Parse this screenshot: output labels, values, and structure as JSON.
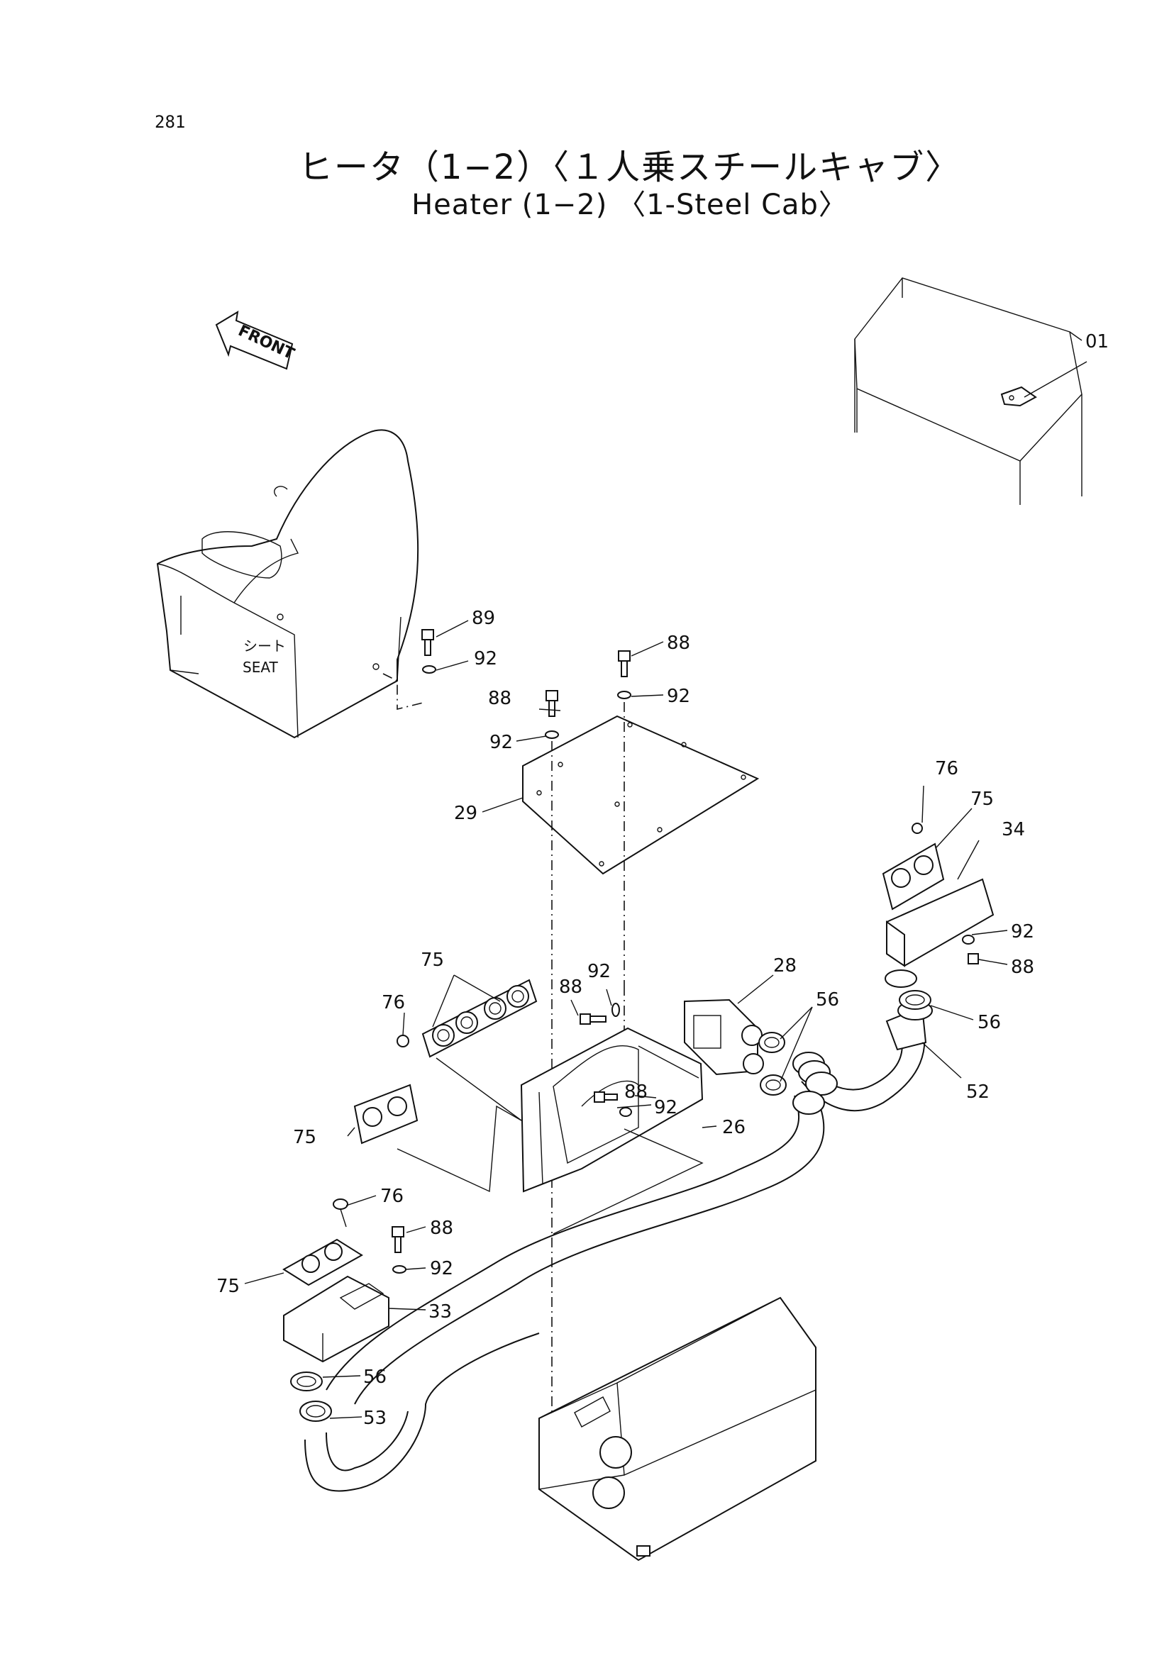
{
  "page": {
    "number": "281"
  },
  "title": {
    "japanese": "ヒータ（1−2）〈１人乗スチールキャブ〉",
    "english": "Heater (1−2) 〈1-Steel Cab〉"
  },
  "labels": {
    "front": "FRONT",
    "seat_jp": "シート",
    "seat_en": "SEAT"
  },
  "callouts": [
    "01",
    "89",
    "92",
    "88",
    "92",
    "88",
    "92",
    "29",
    "76",
    "75",
    "34",
    "92",
    "88",
    "28",
    "56",
    "56",
    "52",
    "75",
    "76",
    "92",
    "88",
    "88",
    "92",
    "26",
    "75",
    "76",
    "88",
    "92",
    "75",
    "33",
    "56",
    "53"
  ]
}
